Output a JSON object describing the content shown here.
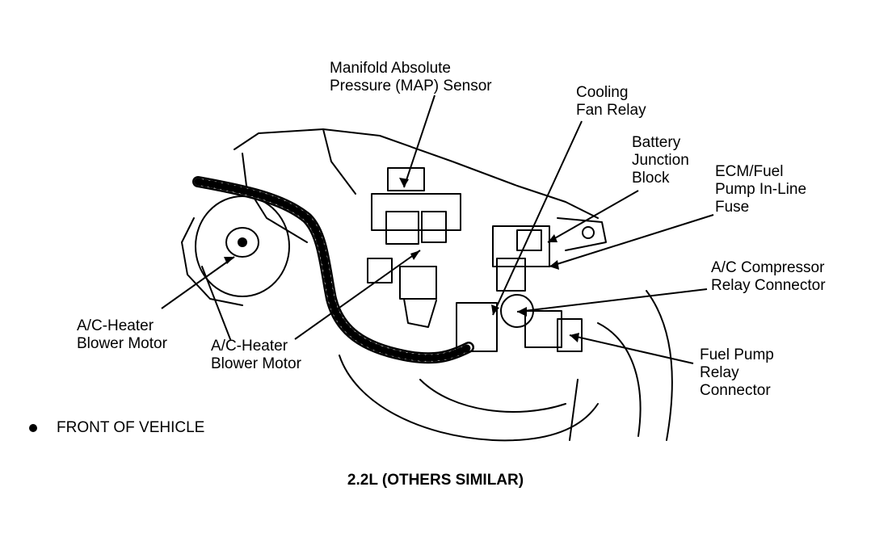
{
  "labels": {
    "map_sensor": [
      "Manifold Absolute",
      "Pressure (MAP) Sensor"
    ],
    "cooling_fan_relay": [
      "Cooling",
      "Fan Relay"
    ],
    "battery_junction_block": [
      "Battery",
      "Junction",
      "Block"
    ],
    "ecm_fuel_pump_fuse": [
      "ECM/Fuel",
      "Pump In-Line",
      "Fuse"
    ],
    "ac_compressor_relay": [
      "A/C Compressor",
      "Relay Connector"
    ],
    "fuel_pump_relay": [
      "Fuel Pump",
      "Relay",
      "Connector"
    ],
    "blower_motor_left": [
      "A/C-Heater",
      "Blower Motor"
    ],
    "blower_motor_center": [
      "A/C-Heater",
      "Blower Motor"
    ]
  },
  "legend": {
    "text": "FRONT OF VEHICLE",
    "icon": "front-of-vehicle-arrow-icon"
  },
  "caption": "2.2L (OTHERS SIMILAR)",
  "colors": {
    "ink": "#000000",
    "paper": "#ffffff"
  }
}
